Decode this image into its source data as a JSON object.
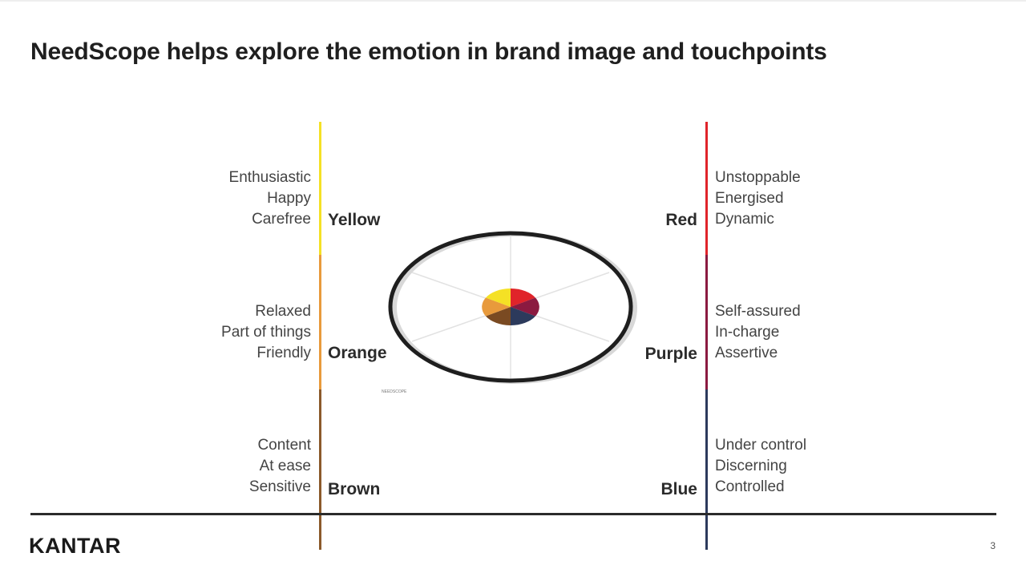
{
  "title": "NeedScope helps explore the emotion in brand image and touchpoints",
  "colors": {
    "yellow": "#f5e125",
    "orange": "#e89a3c",
    "brown": "#8b5a2b",
    "red": "#e0242a",
    "purple": "#8b1a40",
    "blue": "#2c3a5c"
  },
  "left_column": [
    {
      "name": "Yellow",
      "lines": [
        "Enthusiastic",
        "Happy",
        "Carefree"
      ]
    },
    {
      "name": "Orange",
      "lines": [
        "Relaxed",
        "Part of things",
        "Friendly"
      ]
    },
    {
      "name": "Brown",
      "lines": [
        "Content",
        "At ease",
        "Sensitive"
      ]
    }
  ],
  "right_column": [
    {
      "name": "Red",
      "lines": [
        "Unstoppable",
        "Energised",
        "Dynamic"
      ]
    },
    {
      "name": "Purple",
      "lines": [
        "Self-assured",
        "In-charge",
        "Assertive"
      ]
    },
    {
      "name": "Blue",
      "lines": [
        "Under control",
        "Discerning",
        "Controlled"
      ]
    }
  ],
  "wheel_mark": "NEEDSCOPE",
  "footer": {
    "brand": "KANTAR",
    "page_number": "3"
  }
}
